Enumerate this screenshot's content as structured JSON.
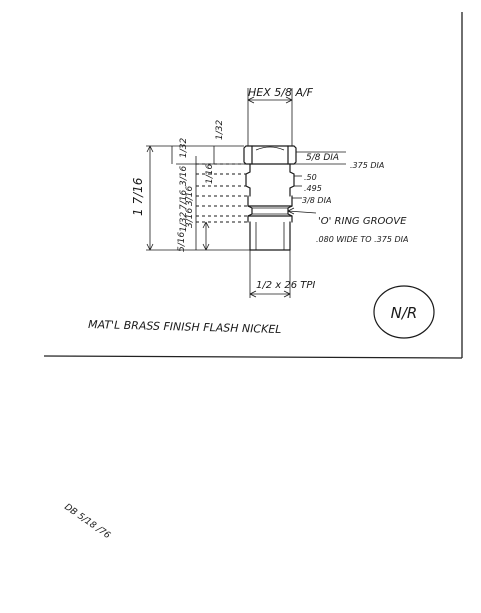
{
  "drawing": {
    "hex_label": "HEX 5/8 A/F",
    "dims": {
      "overall": "1 7/16",
      "d1": "1/32",
      "d2": "1/32",
      "d3": "3/16",
      "d4": "1/16",
      "d5": "7/16",
      "d6": "3/16",
      "d7": "1/32",
      "d8": "3/16",
      "d9": "5/16"
    },
    "callouts": {
      "dia_5_8": "5/8 DIA",
      "dia_375": ".375 DIA",
      "dia_50": ".50",
      "dia_495": ".495",
      "dia_3_8": "3/8 DIA",
      "oring": "'O' RING GROOVE",
      "groove_spec": ".080 WIDE TO .375 DIA"
    },
    "thread": "1/2 x 26 TPI",
    "material_note": "MAT'L BRASS   FINISH FLASH NICKEL",
    "stamp": "N/R",
    "margin_note": "DB 5/18 /76"
  }
}
